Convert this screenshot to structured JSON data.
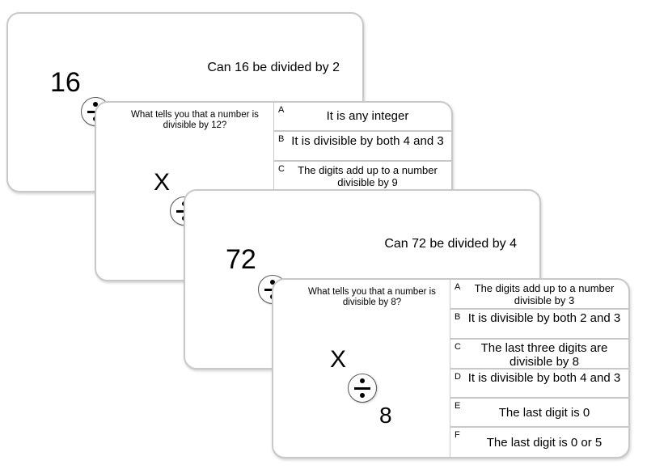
{
  "card1": {
    "number": "16",
    "question": "Can 16 be divided by 2"
  },
  "card2": {
    "prompt": "What tells you that a number is divisible by 12?",
    "x": "X",
    "options": [
      {
        "letter": "A",
        "text": "It is any integer"
      },
      {
        "letter": "B",
        "text": "It is divisible by both 4 and 3"
      },
      {
        "letter": "C",
        "text": "The digits add up to a number divisible by 9"
      }
    ]
  },
  "card3": {
    "number": "72",
    "question": "Can 72 be divided by 4"
  },
  "card4": {
    "prompt": "What tells you that a number is divisible by 8?",
    "x": "X",
    "divisor": "8",
    "options": [
      {
        "letter": "A",
        "text": "The digits add up to a number divisible by 3"
      },
      {
        "letter": "B",
        "text": "It is divisible by both 2 and 3"
      },
      {
        "letter": "C",
        "text": "The last three digits are divisible by 8"
      },
      {
        "letter": "D",
        "text": "It is divisible by both 4 and 3"
      },
      {
        "letter": "E",
        "text": "The last digit is 0"
      },
      {
        "letter": "F",
        "text": "The last digit is 0 or 5"
      }
    ]
  },
  "icons": {
    "divide": "divide-icon"
  }
}
